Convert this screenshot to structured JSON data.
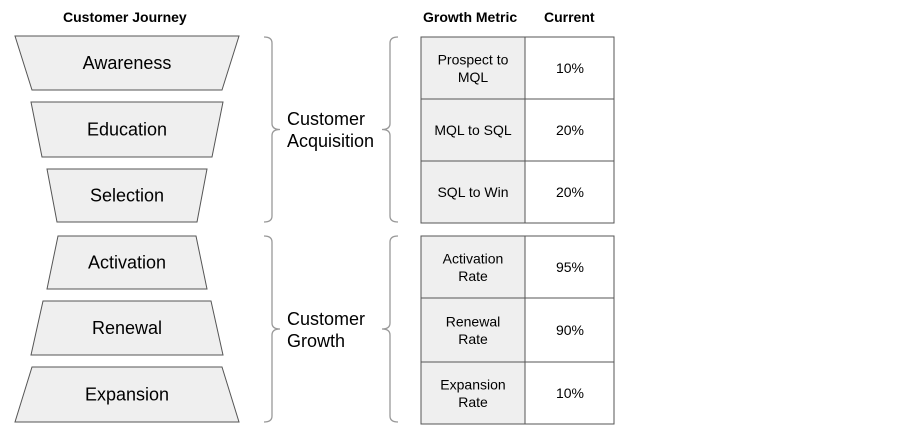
{
  "headers": {
    "journey": "Customer Journey",
    "metric": "Growth Metric",
    "current": "Current"
  },
  "stages": [
    {
      "label": "Awareness"
    },
    {
      "label": "Education"
    },
    {
      "label": "Selection"
    },
    {
      "label": "Activation"
    },
    {
      "label": "Renewal"
    },
    {
      "label": "Expansion"
    }
  ],
  "groups": [
    {
      "lines": [
        "Customer",
        "Acquisition"
      ]
    },
    {
      "lines": [
        "Customer",
        "Growth"
      ]
    }
  ],
  "metrics": [
    {
      "lines": [
        "Prospect to",
        "MQL"
      ],
      "current": "10%"
    },
    {
      "lines": [
        "MQL to SQL"
      ],
      "current": "20%"
    },
    {
      "lines": [
        "SQL to Win"
      ],
      "current": "20%"
    },
    {
      "lines": [
        "Activation",
        "Rate"
      ],
      "current": "95%"
    },
    {
      "lines": [
        "Renewal",
        "Rate"
      ],
      "current": "90%"
    },
    {
      "lines": [
        "Expansion",
        "Rate"
      ],
      "current": "10%"
    }
  ],
  "colors": {
    "fill": "#efefef",
    "stroke": "#555555",
    "brace": "#999999"
  }
}
